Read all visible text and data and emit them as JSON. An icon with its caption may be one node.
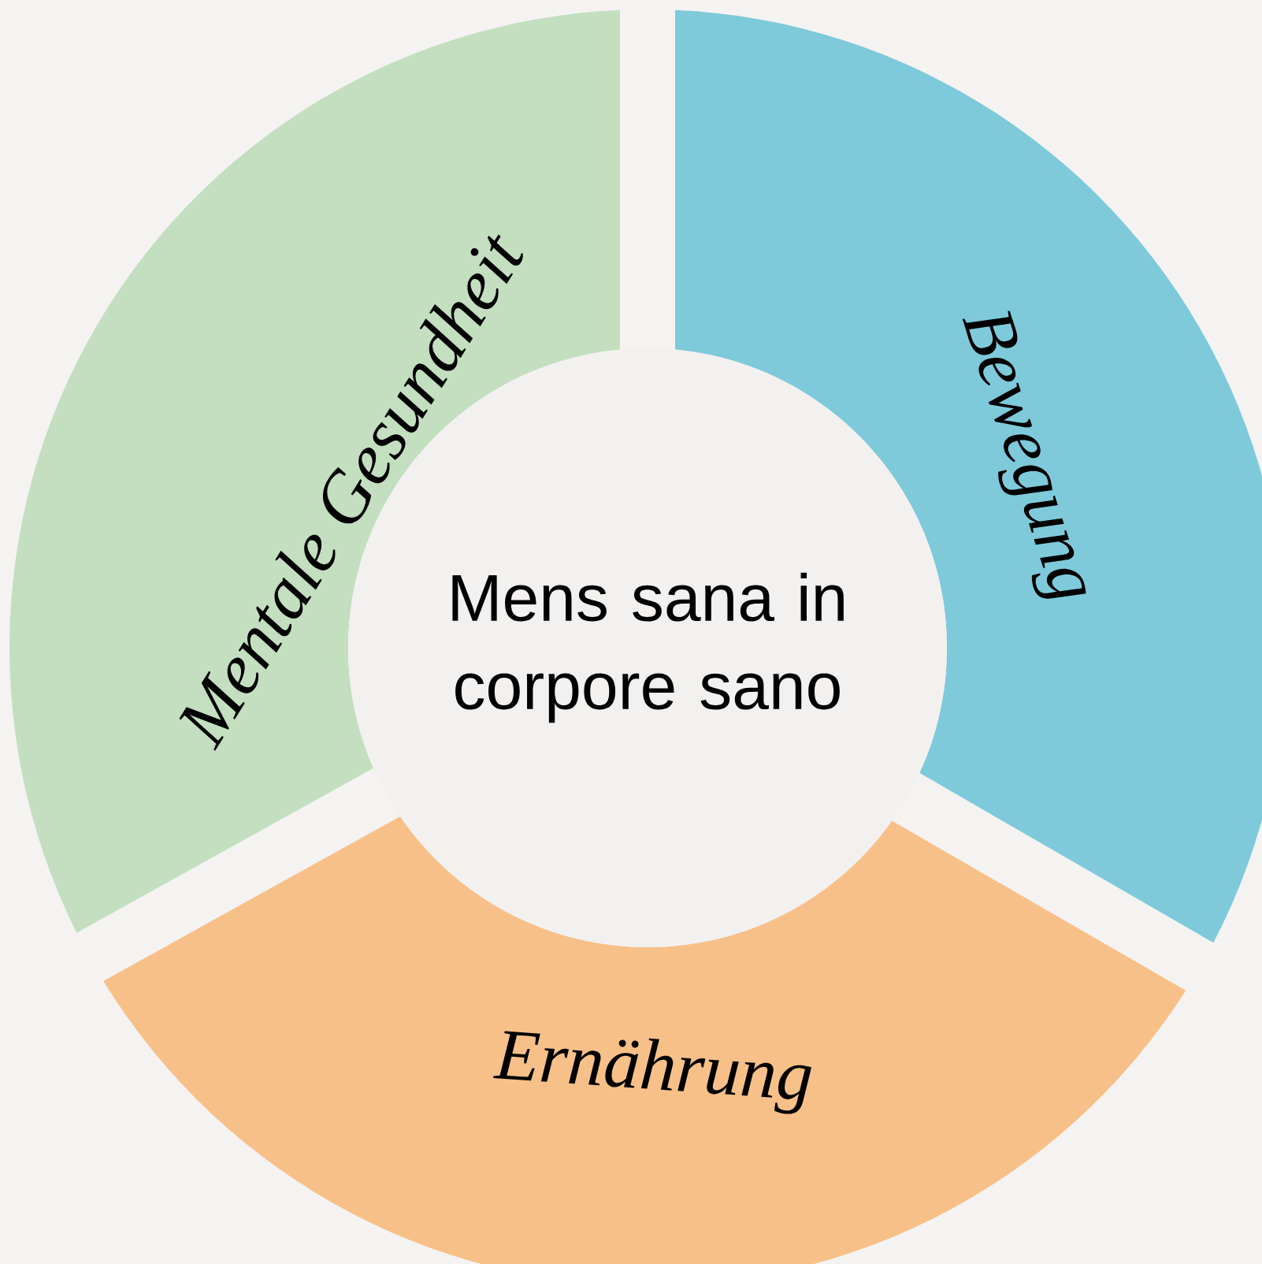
{
  "diagram": {
    "nodes": [
      {
        "text": [
          "Mentale Gesundheit"
        ]
      },
      {
        "text": [
          "Bewegung"
        ]
      },
      {
        "text": [
          "Ernährung"
        ]
      },
      {
        "text": [
          "Mens sana in corpore sano"
        ]
      }
    ]
  }
}
